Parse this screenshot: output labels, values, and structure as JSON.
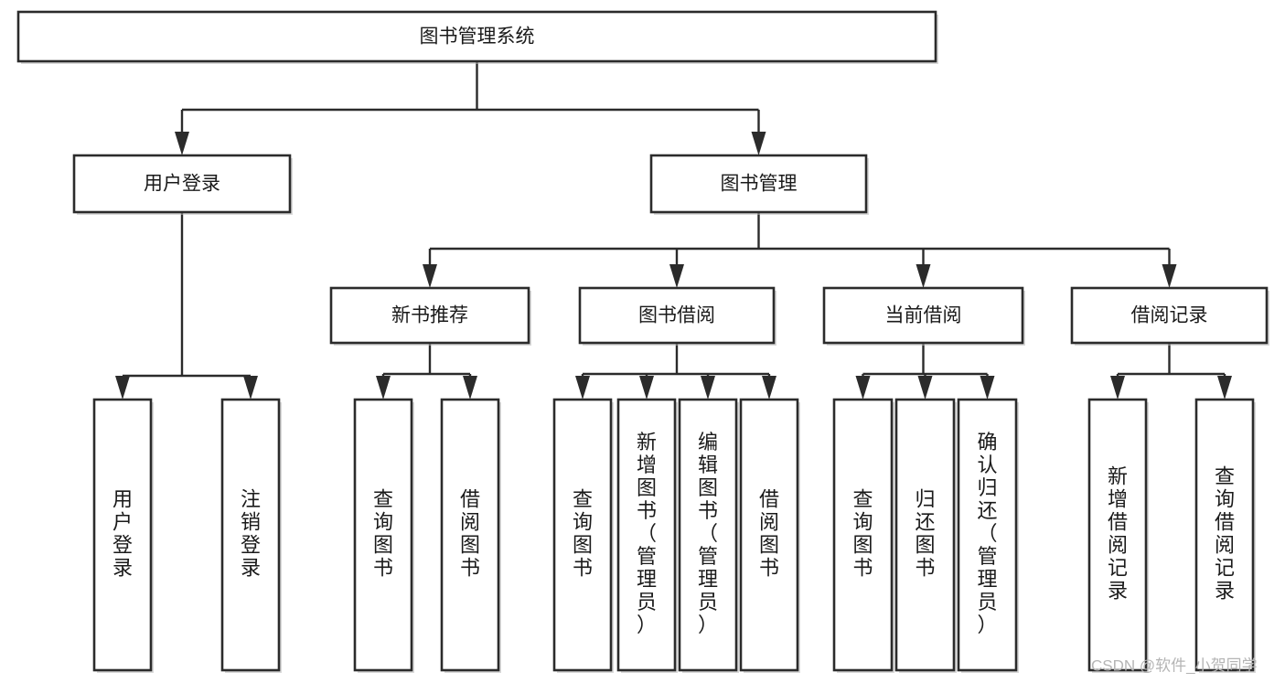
{
  "diagram": {
    "title": "图书管理系统",
    "type": "tree-hierarchy-diagram",
    "orientation": "top-down",
    "colors": {
      "box_stroke": "#2b2b2b",
      "box_fill": "#ffffff",
      "connector": "#2b2b2b",
      "background": "#ffffff",
      "watermark": "#b5b5b5"
    },
    "nodes": {
      "root": {
        "label": "图书管理系统",
        "level": 0,
        "orientation": "horizontal"
      },
      "level1": [
        {
          "id": "user-login",
          "label": "用户登录",
          "orientation": "horizontal"
        },
        {
          "id": "book-manage",
          "label": "图书管理",
          "orientation": "horizontal"
        }
      ],
      "level2": [
        {
          "id": "new-book-recommend",
          "label": "新书推荐",
          "orientation": "horizontal",
          "parent": "book-manage"
        },
        {
          "id": "book-borrow",
          "label": "图书借阅",
          "orientation": "horizontal",
          "parent": "book-manage"
        },
        {
          "id": "current-borrow",
          "label": "当前借阅",
          "orientation": "horizontal",
          "parent": "book-manage"
        },
        {
          "id": "borrow-record",
          "label": "借阅记录",
          "orientation": "horizontal",
          "parent": "book-manage"
        }
      ],
      "leaves": [
        {
          "id": "leaf-user-login",
          "label": "用户登录",
          "orientation": "vertical",
          "parent": "user-login"
        },
        {
          "id": "leaf-user-logout",
          "label": "注销登录",
          "orientation": "vertical",
          "parent": "user-login"
        },
        {
          "id": "leaf-query-book-1",
          "label": "查询图书",
          "orientation": "vertical",
          "parent": "new-book-recommend"
        },
        {
          "id": "leaf-borrow-book-1",
          "label": "借阅图书",
          "orientation": "vertical",
          "parent": "new-book-recommend"
        },
        {
          "id": "leaf-query-book-2",
          "label": "查询图书",
          "orientation": "vertical",
          "parent": "book-borrow"
        },
        {
          "id": "leaf-add-book",
          "label": "新增图书（管理员）",
          "orientation": "vertical",
          "parent": "book-borrow"
        },
        {
          "id": "leaf-edit-book",
          "label": "编辑图书（管理员）",
          "orientation": "vertical",
          "parent": "book-borrow"
        },
        {
          "id": "leaf-borrow-book-2",
          "label": "借阅图书",
          "orientation": "vertical",
          "parent": "book-borrow"
        },
        {
          "id": "leaf-query-book-3",
          "label": "查询图书",
          "orientation": "vertical",
          "parent": "current-borrow"
        },
        {
          "id": "leaf-return-book",
          "label": "归还图书",
          "orientation": "vertical",
          "parent": "current-borrow"
        },
        {
          "id": "leaf-confirm-return",
          "label": "确认归还（管理员）",
          "orientation": "vertical",
          "parent": "current-borrow"
        },
        {
          "id": "leaf-add-record",
          "label": "新增借阅记录",
          "orientation": "vertical",
          "parent": "borrow-record"
        },
        {
          "id": "leaf-query-record",
          "label": "查询借阅记录",
          "orientation": "vertical",
          "parent": "borrow-record"
        }
      ]
    }
  },
  "watermark": {
    "text": "CSDN @软件_小贺同学"
  }
}
